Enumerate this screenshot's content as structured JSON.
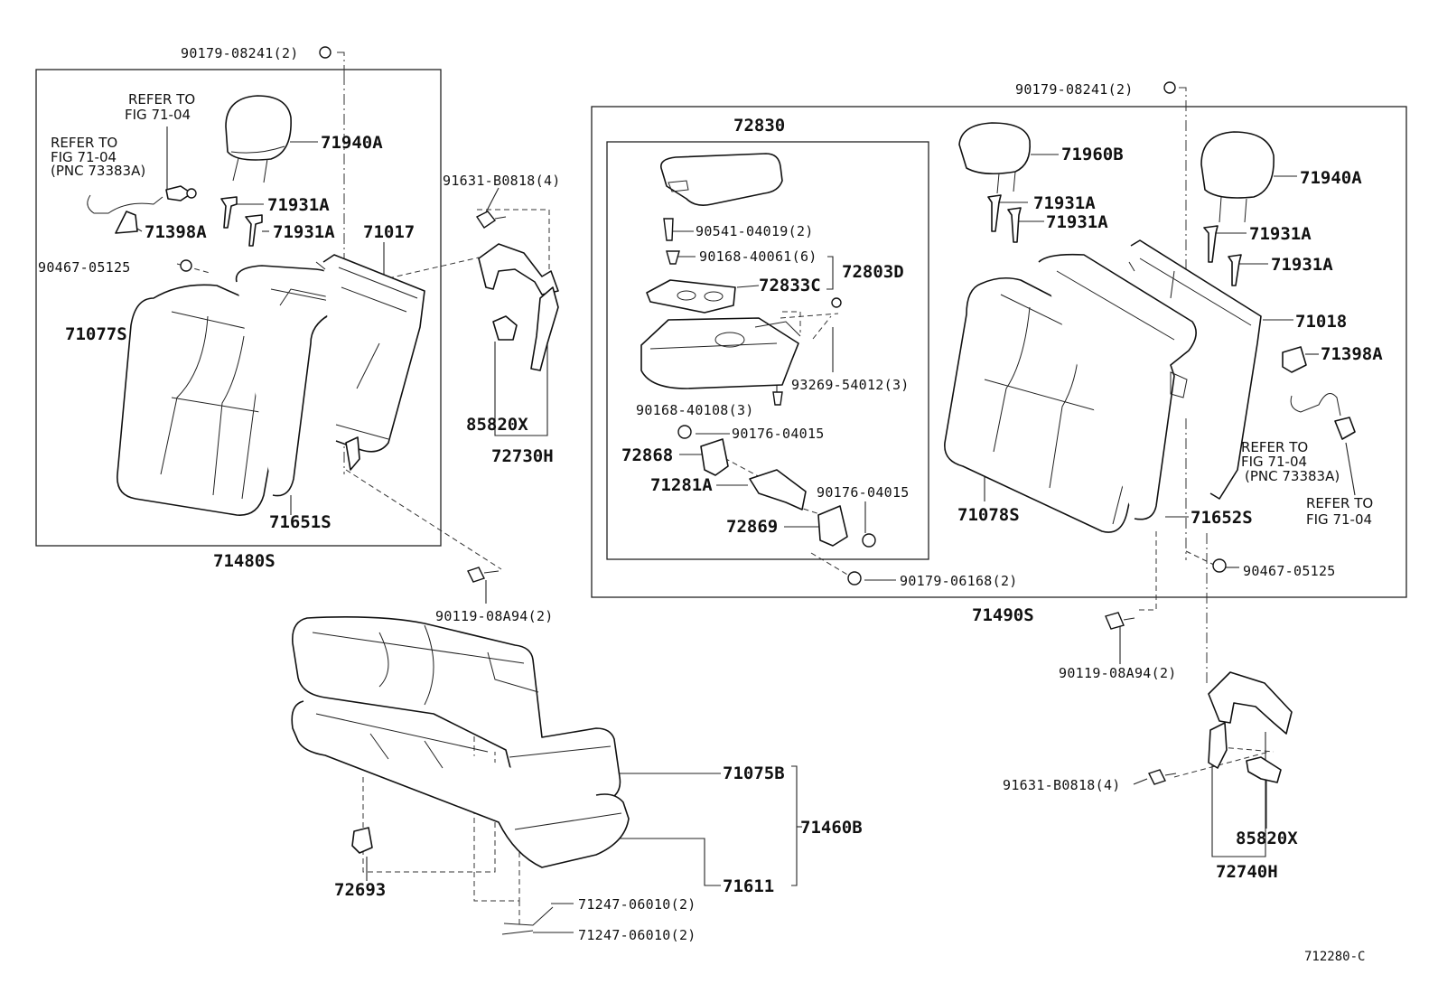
{
  "labels": {
    "l_90179_08241_top": "90179-08241(2)",
    "l_refer_a1": "REFER TO",
    "l_refer_a2": "FIG 71-04",
    "l_refer_b1": "REFER TO",
    "l_refer_b2": "FIG 71-04",
    "l_refer_b3": "(PNC 73383A)",
    "l_71940A_left": "71940A",
    "l_71931A_left1": "71931A",
    "l_71931A_left2": "71931A",
    "l_71398A_left": "71398A",
    "l_71017": "71017",
    "l_90467_05125_left": "90467-05125",
    "l_71077S": "71077S",
    "l_71651S": "71651S",
    "l_71480S": "71480S",
    "l_91631_B0818_top": "91631-B0818(4)",
    "l_85820X_top": "85820X",
    "l_72730H": "72730H",
    "l_90119_08A94_left": "90119-08A94(2)",
    "l_72830": "72830",
    "l_90541_04019": "90541-04019(2)",
    "l_90168_40061": "90168-40061(6)",
    "l_72803D": "72803D",
    "l_72833C": "72833C",
    "l_93269_54012": "93269-54012(3)",
    "l_90168_40108": "90168-40108(3)",
    "l_90176_04015_a": "90176-04015",
    "l_72868": "72868",
    "l_71281A": "71281A",
    "l_90176_04015_b": "90176-04015",
    "l_72869": "72869",
    "l_90179_06168": "90179-06168(2)",
    "l_90179_08241_right": "90179-08241(2)",
    "l_71960B": "71960B",
    "l_71931A_mid1": "71931A",
    "l_71931A_mid2": "71931A",
    "l_71940A_right": "71940A",
    "l_71931A_right1": "71931A",
    "l_71931A_right2": "71931A",
    "l_71018": "71018",
    "l_71398A_right": "71398A",
    "l_refer_c1": "REFER TO",
    "l_refer_c2": "FIG 71-04",
    "l_refer_c3": "(PNC 73383A)",
    "l_refer_d1": "REFER TO",
    "l_refer_d2": "FIG 71-04",
    "l_71078S": "71078S",
    "l_71652S": "71652S",
    "l_90467_05125_right": "90467-05125",
    "l_71490S": "71490S",
    "l_90119_08A94_right": "90119-08A94(2)",
    "l_91631_B0818_bottom": "91631-B0818(4)",
    "l_85820X_bottom": "85820X",
    "l_72740H": "72740H",
    "l_71075B": "71075B",
    "l_71460B": "71460B",
    "l_71611": "71611",
    "l_72693": "72693",
    "l_71247_06010_a": "71247-06010(2)",
    "l_71247_06010_b": "71247-06010(2)",
    "l_712280C": "712280-C"
  }
}
